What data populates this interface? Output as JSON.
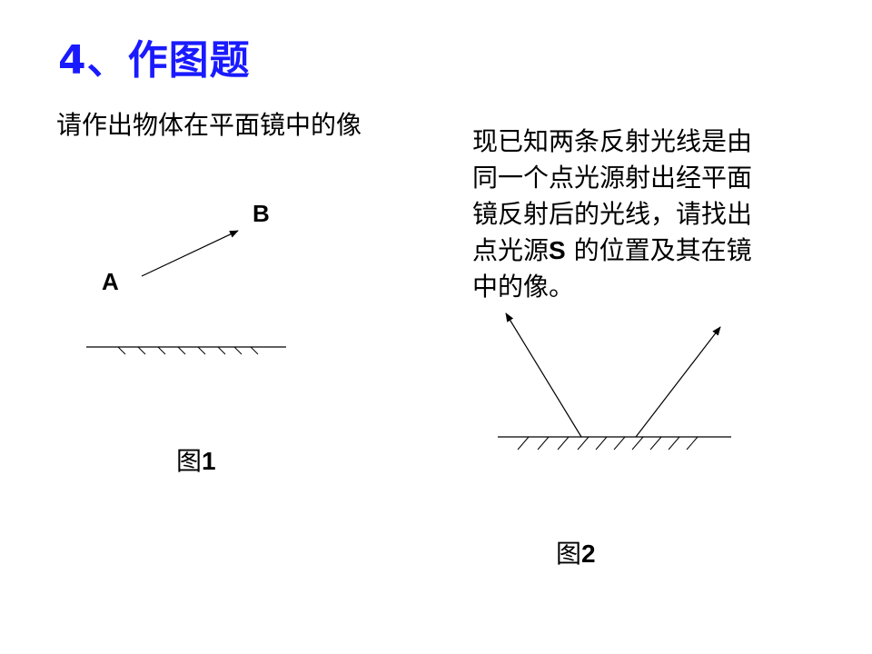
{
  "slide": {
    "title": "4、作图题",
    "task1": "请作出物体在平面镜中的像",
    "task2": {
      "lines": [
        "现已知两条反射光线是由",
        "同一个点光源射出经平面",
        "镜反射后的光线，请找出"
      ],
      "line4_prefix": "点光源",
      "line4_symbol": "S",
      "line4_suffix": " 的位置及其在镜",
      "line5": "中的像。"
    },
    "figure1": {
      "label_a": "A",
      "label_b": "B",
      "caption_prefix": "图",
      "caption_number": "1"
    },
    "figure2": {
      "caption_prefix": "图",
      "caption_number": "2"
    }
  }
}
